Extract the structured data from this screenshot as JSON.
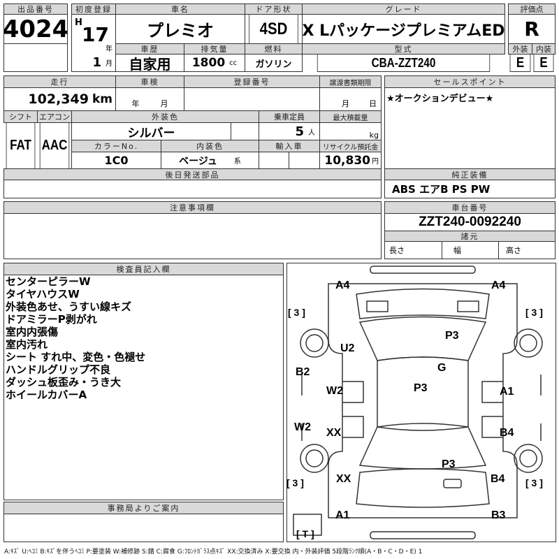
{
  "lot": {
    "label": "出品番号",
    "value": "4024"
  },
  "first_reg": {
    "label": "初度登録",
    "era": "H",
    "year": "17",
    "year_unit": "年",
    "month": "1",
    "month_unit": "月"
  },
  "car_name": {
    "label": "車名",
    "value": "プレミオ"
  },
  "door": {
    "label": "ドア形状",
    "value": "4SD"
  },
  "grade": {
    "label": "グレード",
    "value": "X LパッケージプレミアムED"
  },
  "score": {
    "label": "評価点",
    "value": "R",
    "ext_label": "外装",
    "int_label": "内装",
    "ext": "E",
    "int": "E"
  },
  "history": {
    "label": "車歴",
    "value": "自家用"
  },
  "displacement": {
    "label": "排気量",
    "value": "1800",
    "unit": "cc"
  },
  "fuel": {
    "label": "燃料",
    "value": "ガソリン"
  },
  "model": {
    "label": "型式",
    "value": "CBA-ZZT240"
  },
  "mileage": {
    "label": "走行",
    "value": "102,349",
    "unit": "km"
  },
  "inspection": {
    "label": "車検",
    "year_unit": "年",
    "month_unit": "月"
  },
  "registration": {
    "label": "登録番号"
  },
  "transfer": {
    "label": "譲渡書類期限",
    "month_unit": "月",
    "day_unit": "日"
  },
  "shift": {
    "label": "シフト",
    "value": "FAT"
  },
  "aircon": {
    "label": "エアコン",
    "value": "AAC"
  },
  "ext_color": {
    "label": "外装色",
    "value": "シルバー"
  },
  "capacity": {
    "label": "乗車定員",
    "value": "5",
    "unit": "人"
  },
  "max_load": {
    "label": "最大積載量",
    "unit": "kg"
  },
  "color_no": {
    "label": "カラーNo.",
    "value": "1C0"
  },
  "int_color": {
    "label": "内装色",
    "value": "ベージュ",
    "unit": "系"
  },
  "import": {
    "label": "輸入車"
  },
  "recycle": {
    "label": "リサイクル預託金",
    "value": "10,830",
    "unit": "円"
  },
  "later_parts": {
    "label": "後日発送部品"
  },
  "sales_point": {
    "label": "セールスポイント",
    "value": "★オークションデビュー★"
  },
  "equipment": {
    "label": "純正装備",
    "value": "ABS エアB PS PW"
  },
  "caution": {
    "label": "注意事項欄"
  },
  "chassis": {
    "label": "車台番号",
    "value": "ZZT240-0092240"
  },
  "specs": {
    "label": "諸元",
    "length": "長さ",
    "width": "幅",
    "height": "高さ"
  },
  "inspector": {
    "label": "検査員記入欄",
    "notes": [
      "センターピラーW",
      "タイヤハウスW",
      "外装色あせ、うすい線キズ",
      "ドアミラーP剥がれ",
      "室内内張傷",
      "室内汚れ",
      "シート すれ中、変色・色褪せ",
      "ハンドルグリップ不良",
      "ダッシュ板歪み・うき大",
      "ホイールカバーA"
    ]
  },
  "office": {
    "label": "事務局よりご案内"
  },
  "diagram": {
    "marks": [
      "A4",
      "A4",
      "[ 3 ]",
      "[ 3 ]",
      "U2",
      "P3",
      "G",
      "B2",
      "W2",
      "P3",
      "A1",
      "W2",
      "XX",
      "B4",
      "P3",
      "XX",
      "B4",
      "[ 3 ]",
      "[ 3 ]",
      "A1",
      "B3",
      "[ T ]"
    ]
  },
  "legend": "A:ｷｽﾞ U:ﾍｺﾐ B:ｷｽﾞを伴うﾍｺﾐ P:要塗装 W:補修跡 S:錆 C:腐食 G:ﾌﾛﾝﾄｶﾞﾗｽ点ｷｽﾞ XX:交換済み X:要交換 内・外装評価 5段階ﾗﾝｸ順(A・B・C・D・E) 1"
}
